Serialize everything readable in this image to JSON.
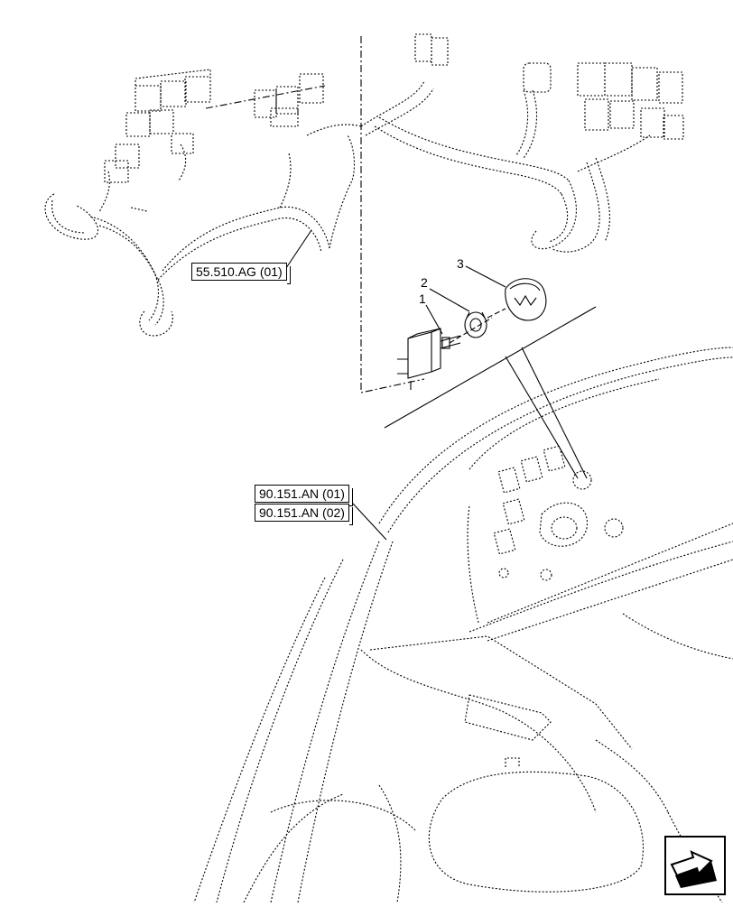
{
  "references": {
    "harness_ref": "55.510.AG (01)",
    "dash_ref_1": "90.151.AN (01)",
    "dash_ref_2": "90.151.AN (02)"
  },
  "callouts": [
    "1",
    "2",
    "3"
  ],
  "icons": {
    "nav": "next-page-arrow-icon"
  }
}
